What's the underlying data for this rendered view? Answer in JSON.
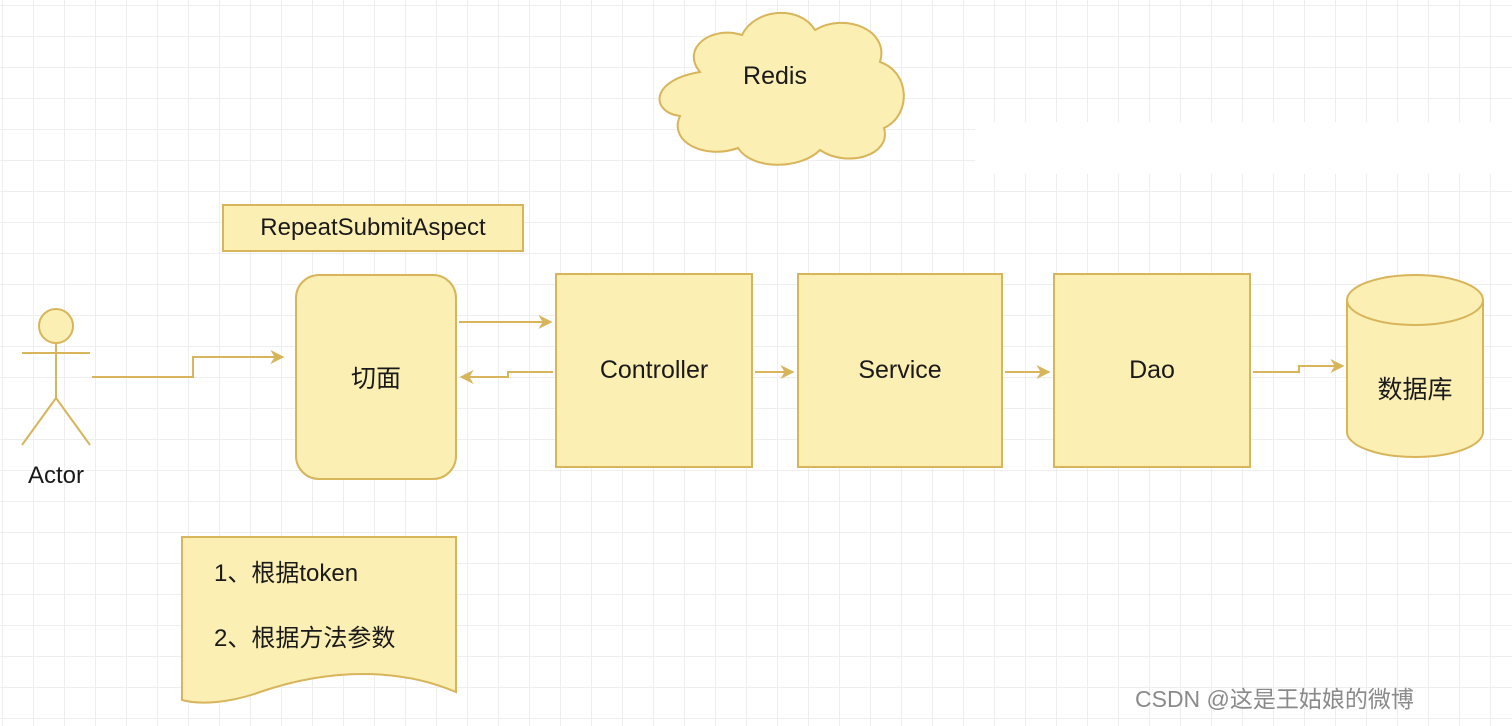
{
  "redis": {
    "label": "Redis"
  },
  "aspect": {
    "class_label": "RepeatSubmitAspect",
    "label": "切面"
  },
  "controller": {
    "label": "Controller"
  },
  "service": {
    "label": "Service"
  },
  "dao": {
    "label": "Dao"
  },
  "database": {
    "label": "数据库"
  },
  "actor": {
    "label": "Actor"
  },
  "note": {
    "lines": [
      "1、根据token",
      "2、根据方法参数"
    ]
  },
  "watermark": "CSDN @这是王姑娘的微博",
  "colors": {
    "fill": "#fbefb4",
    "stroke": "#d8b45a",
    "arrow": "#d8b45a"
  }
}
